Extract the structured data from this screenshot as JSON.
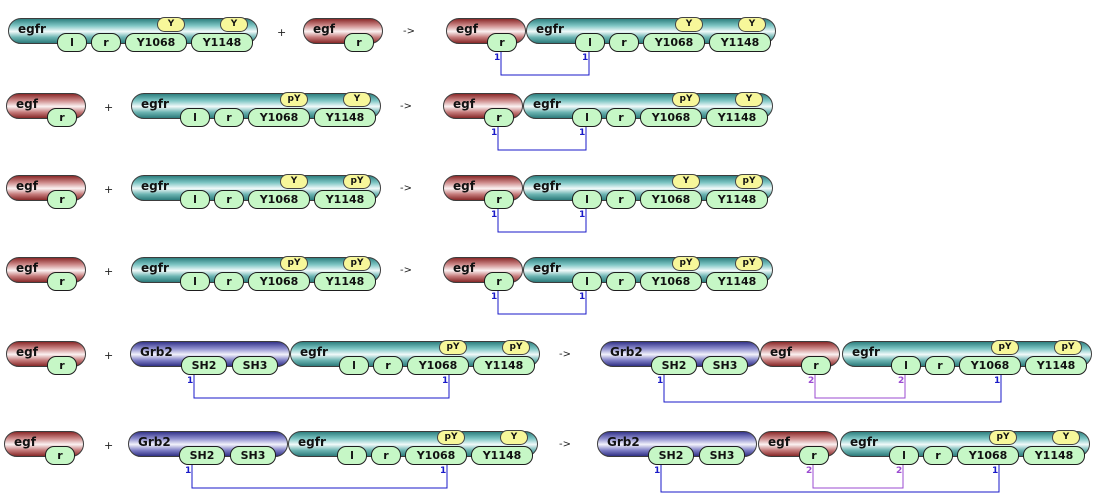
{
  "labels": {
    "egfr": "egfr",
    "egf": "egf",
    "grb2": "Grb2",
    "plus": "+",
    "arrow": "->"
  },
  "components": {
    "l": "l",
    "r": "r",
    "y1068": "Y1068",
    "y1148": "Y1148",
    "sh2": "SH2",
    "sh3": "SH3"
  },
  "states": {
    "y": "Y",
    "py": "pY"
  },
  "bond_labels": {
    "one": "1",
    "two": "2"
  },
  "colors": {
    "egfr_molecule": "#4fa3a1",
    "egf_molecule": "#b35a5a",
    "grb2_molecule": "#5c5cb5",
    "component_fill": "#c6f7c6",
    "state_fill": "#f7f79a",
    "bond_1": "#1a1ac8",
    "bond_2": "#9b4bd1"
  },
  "rules": [
    {
      "y1068_state": "Y",
      "y1148_state": "Y"
    },
    {
      "y1068_state": "pY",
      "y1148_state": "Y"
    },
    {
      "y1068_state": "Y",
      "y1148_state": "pY"
    },
    {
      "y1068_state": "pY",
      "y1148_state": "pY"
    },
    {
      "y1068_state": "pY",
      "y1148_state": "pY"
    },
    {
      "y1068_state": "pY",
      "y1148_state": "Y"
    }
  ]
}
